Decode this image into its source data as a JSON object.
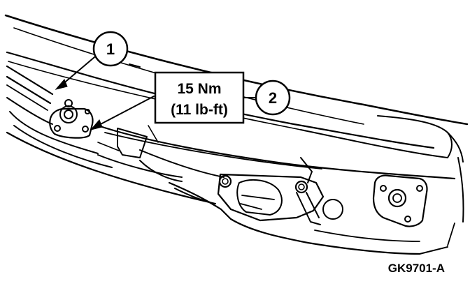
{
  "callouts": [
    {
      "label": "1"
    },
    {
      "label": "2"
    }
  ],
  "torque_spec": {
    "metric": "15 Nm",
    "imperial": "(11 lb-ft)"
  },
  "figure_id": "GK9701-A",
  "colors": {
    "ink": "#000000",
    "background": "#ffffff"
  }
}
